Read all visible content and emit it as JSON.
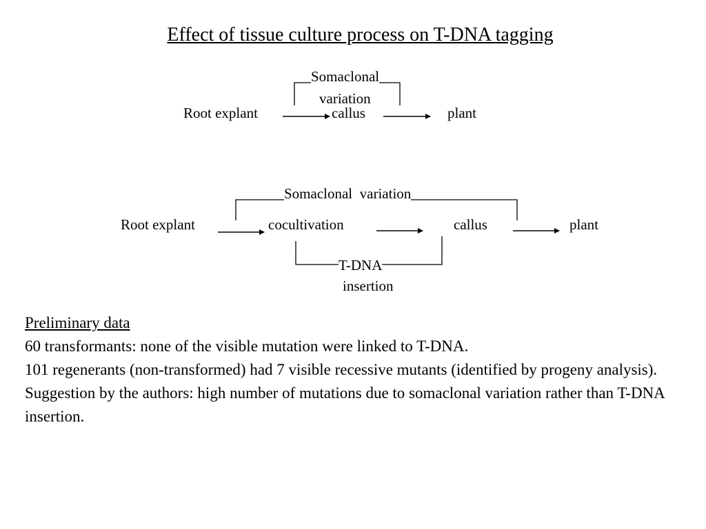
{
  "title": "Effect of tissue culture process on T-DNA tagging",
  "diagram1": {
    "somaclonal_line1": "Somaclonal",
    "somaclonal_line2": "variation",
    "root_explant": "Root explant",
    "callus": "callus",
    "plant": "plant"
  },
  "diagram2": {
    "somaclonal": "Somaclonal  variation",
    "root_explant": "Root explant",
    "cocultivation": "cocultivation",
    "callus": "callus",
    "plant": "plant",
    "tdna_line1": "T-DNA",
    "tdna_line2": "insertion"
  },
  "notes": {
    "heading": "Preliminary data",
    "line1": "60 transformants: none of the visible mutation were linked to T-DNA.",
    "line2": "101 regenerants (non-transformed) had 7 visible recessive mutants (identified by progeny analysis).",
    "line3": "Suggestion by the authors: high number of mutations due to somaclonal variation rather than T-DNA insertion."
  }
}
